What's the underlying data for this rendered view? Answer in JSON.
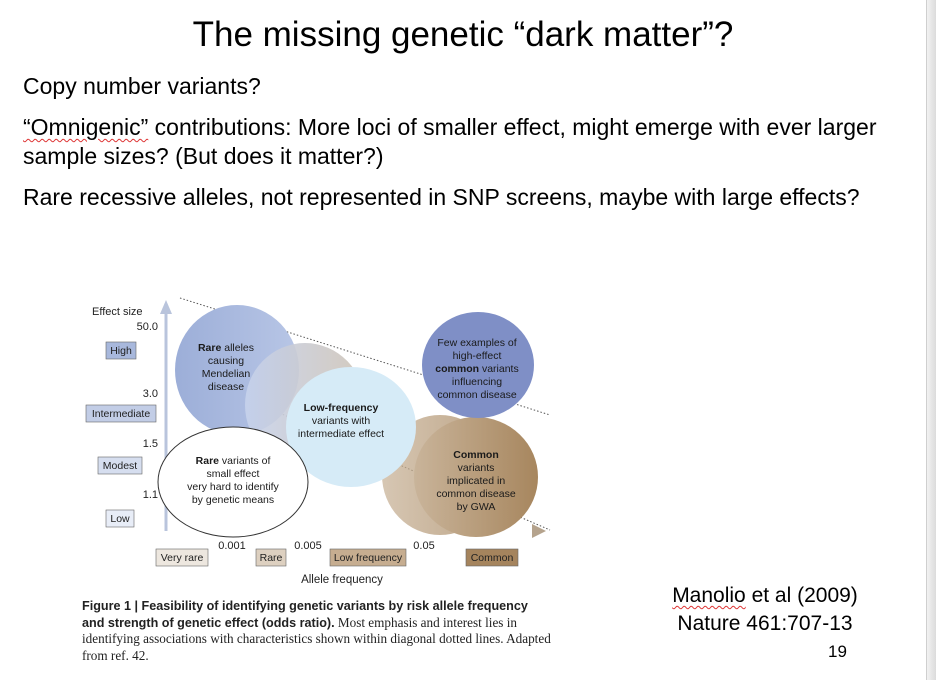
{
  "slide": {
    "title": "The missing genetic “dark matter”?",
    "bullets": {
      "b1": "Copy number variants?",
      "b2_word": "“Omnigenic”",
      "b2_rest": " contributions: More loci of smaller effect, might emerge with ever larger sample sizes? (But does it matter?)",
      "b3": "Rare recessive alleles, not represented in SNP screens, maybe with large effects?"
    },
    "citation": {
      "line1_underlined": "Manolio",
      "line1_rest": " et al (2009)",
      "line2": "Nature 461:707-13"
    },
    "page_number": "19"
  },
  "figure": {
    "y_axis_title": "Effect size",
    "y_ticks": {
      "t50": "50.0",
      "t3": "3.0",
      "t15": "1.5",
      "t11": "1.1"
    },
    "y_categories": {
      "high": "High",
      "intermediate": "Intermediate",
      "modest": "Modest",
      "low": "Low"
    },
    "x_axis_title": "Allele frequency",
    "x_ticks": {
      "t0001": "0.001",
      "t0005": "0.005",
      "t005": "0.05"
    },
    "x_categories": {
      "very_rare": "Very rare",
      "rare": "Rare",
      "low_frequency": "Low frequency",
      "common": "Common"
    },
    "bubbles": {
      "rare_mendelian": {
        "bold": "Rare",
        "l1": " alleles",
        "l2": "causing",
        "l3": "Mendelian",
        "l4": "disease"
      },
      "low_frequency": {
        "l1": "Low-frequency",
        "l2": "variants with",
        "l3": "intermediate effect"
      },
      "few_examples": {
        "l1": "Few examples of",
        "l2": "high-effect",
        "l3_bold": "common",
        "l3": " variants",
        "l4": "influencing",
        "l5": "common disease"
      },
      "common_gwa": {
        "l1": "Common",
        "l2": "variants",
        "l3": "implicated in",
        "l4": "common disease",
        "l5": "by GWA"
      },
      "rare_small": {
        "l1_bold": "Rare",
        "l1": " variants of",
        "l2": "small effect",
        "l3": "very hard to identify",
        "l4": "by genetic means"
      }
    },
    "caption": {
      "bold": "Figure 1 | Feasibility of identifying genetic variants by risk allele frequency and strength of genetic effect (odds ratio).",
      "text": " Most emphasis and interest lies in identifying associations with characteristics shown within diagonal dotted lines. Adapted from ref. 42."
    },
    "colors": {
      "blue_bubble": "#8fa3d1",
      "light_blue_bubble": "#d6ebf7",
      "brown_bubble": "#b69a78",
      "dark_blue_bubble": "#7f8fc6",
      "axis_arrow": "#b9c4dc"
    }
  }
}
